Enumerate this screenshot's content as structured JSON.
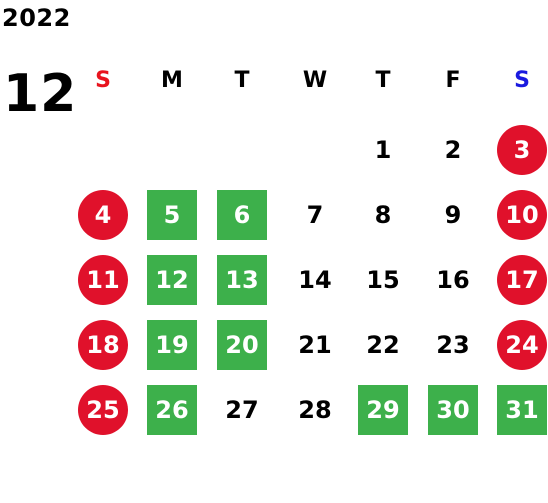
{
  "calendar": {
    "year": "2022",
    "month": "12",
    "weekdays": [
      {
        "label": "S",
        "color": "#e8141e"
      },
      {
        "label": "M",
        "color": "#000000"
      },
      {
        "label": "T",
        "color": "#000000"
      },
      {
        "label": "W",
        "color": "#000000"
      },
      {
        "label": "T",
        "color": "#000000"
      },
      {
        "label": "F",
        "color": "#000000"
      },
      {
        "label": "S",
        "color": "#1a1adf"
      }
    ],
    "colors": {
      "holiday_circle": "#e0112b",
      "green_square": "#3db04b",
      "text_dark": "#000000",
      "text_light": "#ffffff"
    },
    "weeks": [
      [
        {
          "day": "",
          "style": "none"
        },
        {
          "day": "",
          "style": "none"
        },
        {
          "day": "",
          "style": "none"
        },
        {
          "day": "",
          "style": "none"
        },
        {
          "day": "1",
          "style": "plain"
        },
        {
          "day": "2",
          "style": "plain"
        },
        {
          "day": "3",
          "style": "circle"
        }
      ],
      [
        {
          "day": "4",
          "style": "circle"
        },
        {
          "day": "5",
          "style": "square"
        },
        {
          "day": "6",
          "style": "square"
        },
        {
          "day": "7",
          "style": "plain"
        },
        {
          "day": "8",
          "style": "plain"
        },
        {
          "day": "9",
          "style": "plain"
        },
        {
          "day": "10",
          "style": "circle"
        }
      ],
      [
        {
          "day": "11",
          "style": "circle"
        },
        {
          "day": "12",
          "style": "square"
        },
        {
          "day": "13",
          "style": "square"
        },
        {
          "day": "14",
          "style": "plain"
        },
        {
          "day": "15",
          "style": "plain"
        },
        {
          "day": "16",
          "style": "plain"
        },
        {
          "day": "17",
          "style": "circle"
        }
      ],
      [
        {
          "day": "18",
          "style": "circle"
        },
        {
          "day": "19",
          "style": "square"
        },
        {
          "day": "20",
          "style": "square"
        },
        {
          "day": "21",
          "style": "plain"
        },
        {
          "day": "22",
          "style": "plain"
        },
        {
          "day": "23",
          "style": "plain"
        },
        {
          "day": "24",
          "style": "circle"
        }
      ],
      [
        {
          "day": "25",
          "style": "circle"
        },
        {
          "day": "26",
          "style": "square"
        },
        {
          "day": "27",
          "style": "plain"
        },
        {
          "day": "28",
          "style": "plain"
        },
        {
          "day": "29",
          "style": "square"
        },
        {
          "day": "30",
          "style": "square"
        },
        {
          "day": "31",
          "style": "square"
        }
      ]
    ]
  }
}
